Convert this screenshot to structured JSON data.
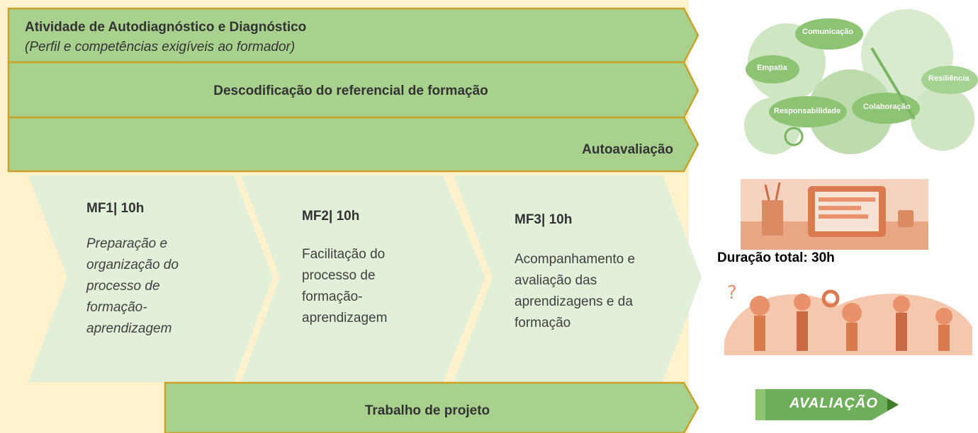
{
  "top_band": {
    "title": "Atividade de Autodiagnóstico e Diagnóstico",
    "subtitle": "(Perfil e competências exigíveis ao formador)"
  },
  "second_band": {
    "label": "Descodificação do referencial de formação"
  },
  "third_band": {
    "label": "Autoavaliação"
  },
  "modules": [
    {
      "title": "MF1| 10h",
      "description": "Preparação e organização do processo de formação-aprendizagem"
    },
    {
      "title": "MF2| 10h",
      "description": "Facilitação do processo de formação-aprendizagem"
    },
    {
      "title": "MF3| 10h",
      "description": "Acompanhamento e avaliação das aprendizagens e da formação"
    }
  ],
  "bottom_band": {
    "label": "Trabalho de projeto"
  },
  "side": {
    "duration": "Duração total: 30h",
    "cloud_words": [
      "Comunicação",
      "Empatia",
      "Resiliência",
      "Responsabilidade",
      "Colaboração"
    ],
    "pencil_label": "AVALIAÇÃO"
  },
  "colors": {
    "band_green": "#a9d18e",
    "band_border": "#c9a227",
    "chevron_green": "#e2efd9",
    "cream": "#fff2cc",
    "orange": "#e8916a",
    "dark_green": "#6fae5a"
  }
}
